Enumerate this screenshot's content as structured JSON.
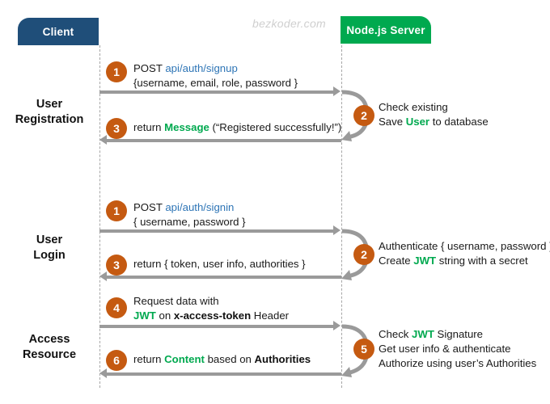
{
  "watermark": "bezkoder.com",
  "actors": {
    "client": "Client",
    "server": "Node.js Server"
  },
  "sections": [
    {
      "line1": "User",
      "line2": "Registration"
    },
    {
      "line1": "User",
      "line2": "Login"
    },
    {
      "line1": "Access",
      "line2": "Resource"
    }
  ],
  "messages": {
    "signup_request": {
      "step": "1",
      "line1_prefix": "POST ",
      "line1_url": "api/auth/signup",
      "line2": "{username, email, role, password }"
    },
    "signup_server": {
      "step": "2",
      "line1": "Check existing",
      "line2_prefix": "Save ",
      "line2_green": "User",
      "line2_suffix": " to database"
    },
    "signup_response": {
      "step": "3",
      "prefix": "return ",
      "green": "Message",
      "suffix": " (“Registered successfully!”)"
    },
    "signin_request": {
      "step": "1",
      "line1_prefix": "POST ",
      "line1_url": "api/auth/signin",
      "line2": "{ username, password }"
    },
    "signin_server": {
      "step": "2",
      "line1": "Authenticate { username, password }",
      "line2_prefix": "Create ",
      "line2_green": "JWT",
      "line2_suffix": " string with a secret"
    },
    "signin_response": {
      "step": "3",
      "text": "return { token, user info, authorities }"
    },
    "resource_request": {
      "step": "4",
      "line1": "Request  data with",
      "line2_green": "JWT",
      "line2_mid": " on ",
      "line2_bold": "x-access-token",
      "line2_suffix": " Header"
    },
    "resource_server": {
      "step": "5",
      "line1_prefix": "Check ",
      "line1_green": "JWT",
      "line1_suffix": " Signature",
      "line2": "Get user info & authenticate",
      "line3": "Authorize using user’s Authorities"
    },
    "resource_response": {
      "step": "6",
      "prefix": "return ",
      "green": "Content",
      "mid": " based on ",
      "bold": "Authorities"
    }
  },
  "colors": {
    "client_box": "#1F4E79",
    "server_box": "#00A94F",
    "badge": "#C55A11",
    "arrow": "#9a9a9a",
    "url_link": "#2E75B6",
    "highlight_green": "#00A94F"
  }
}
